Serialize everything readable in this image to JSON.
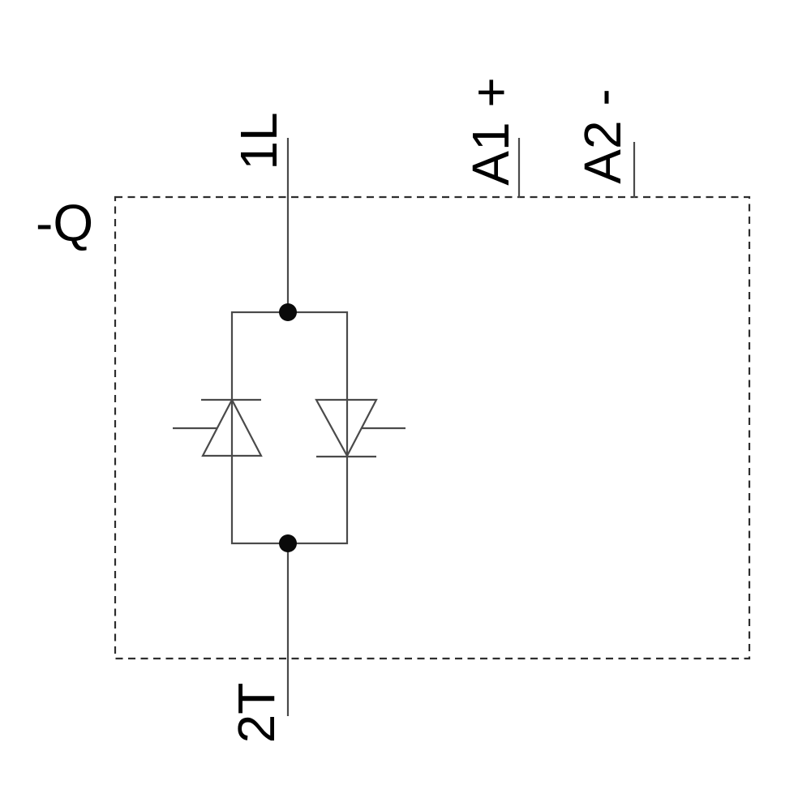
{
  "labels": {
    "device": "-Q",
    "terminal_1l": "1L",
    "terminal_2t": "2T",
    "terminal_a1": "A1 +",
    "terminal_a2": "A2 -"
  },
  "colors": {
    "background": "#ffffff",
    "wire": "#4a4a4a",
    "enclosure": "#2e2e2e",
    "junction": "#0a0a0a",
    "text": "#000000"
  },
  "components": {
    "enclosure": "dashed-device-boundary",
    "junction_count": 2,
    "thyristor_left": "cathode-top-pointing-up-gate-left",
    "thyristor_right": "cathode-bottom-pointing-down-gate-right"
  }
}
